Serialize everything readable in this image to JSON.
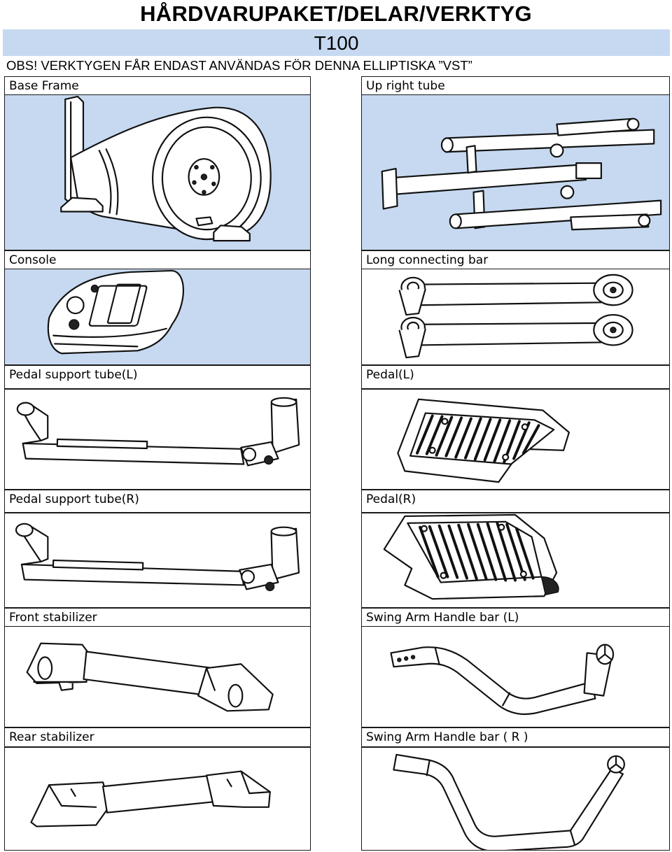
{
  "header": {
    "title": "HÅRDVARUPAKET/DELAR/VERKTYG",
    "model": "T100",
    "note": "OBS! VERKTYGEN FÅR ENDAST ANVÄNDAS FÖR DENNA ELLIPTISKA ”VST”"
  },
  "parts": {
    "base_frame": "Base Frame",
    "up_right_tube": "Up right tube",
    "console": "Console",
    "long_connecting_bar": "Long connecting bar",
    "pedal_support_tube_l": "Pedal support tube(L)",
    "pedal_l": "Pedal(L)",
    "pedal_support_tube_r": "Pedal support tube(R)",
    "pedal_r": "Pedal(R)",
    "front_stabilizer": "Front stabilizer",
    "swing_arm_l": "Swing Arm Handle bar (L)",
    "rear_stabilizer": "Rear stabilizer",
    "swing_arm_r": "Swing Arm Handle bar ( R )"
  },
  "colors": {
    "highlight_blue": "#c6d9f0",
    "line": "#111111"
  }
}
